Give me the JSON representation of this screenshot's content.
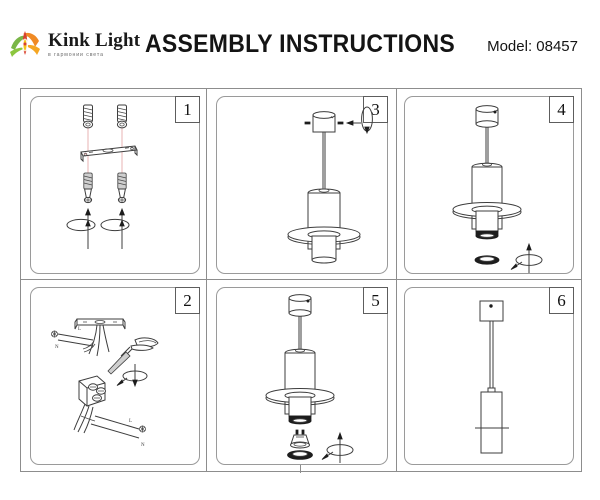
{
  "header": {
    "brand_name": "Kink Light",
    "brand_slogan": "в гармонии света",
    "title": "ASSEMBLY INSTRUCTIONS",
    "model": "Model: 08457",
    "logo_colors": {
      "green": "#7ab648",
      "orange": "#f08a24",
      "red": "#d8402f",
      "yellow": "#f5c518"
    }
  },
  "panels": [
    {
      "number": "1",
      "name": "mount-bracket-step",
      "description": "Drill holes, insert wall anchors and fix the mounting bracket with screws",
      "parts": [
        "wall-anchor",
        "mounting-bracket",
        "screw"
      ],
      "labels": []
    },
    {
      "number": "2",
      "name": "wiring-step",
      "description": "Connect supply wires to the terminal block using a screwdriver",
      "parts": [
        "terminal-block",
        "screwdriver",
        "supply-wires"
      ],
      "labels": [
        "L",
        "N"
      ]
    },
    {
      "number": "3",
      "name": "hang-fixture-step",
      "description": "Hang the pendant body from the canopy and tighten the set screws",
      "parts": [
        "canopy",
        "suspension-cable",
        "cylinder-body",
        "decorative-ring"
      ],
      "labels": []
    },
    {
      "number": "4",
      "name": "remove-ring-step",
      "description": "Unscrew and remove the lower retaining ring from the cylinder body",
      "parts": [
        "cylinder-body",
        "retaining-ring"
      ],
      "labels": []
    },
    {
      "number": "5",
      "name": "install-lamp-step",
      "description": "Insert the GU10 lamp into the socket and screw the retaining ring back",
      "parts": [
        "gu10-lamp",
        "retaining-ring"
      ],
      "labels": []
    },
    {
      "number": "6",
      "name": "finished-step",
      "description": "Assembled pendant luminaire installed on the ceiling",
      "parts": [
        "assembled-fixture"
      ],
      "labels": []
    }
  ]
}
